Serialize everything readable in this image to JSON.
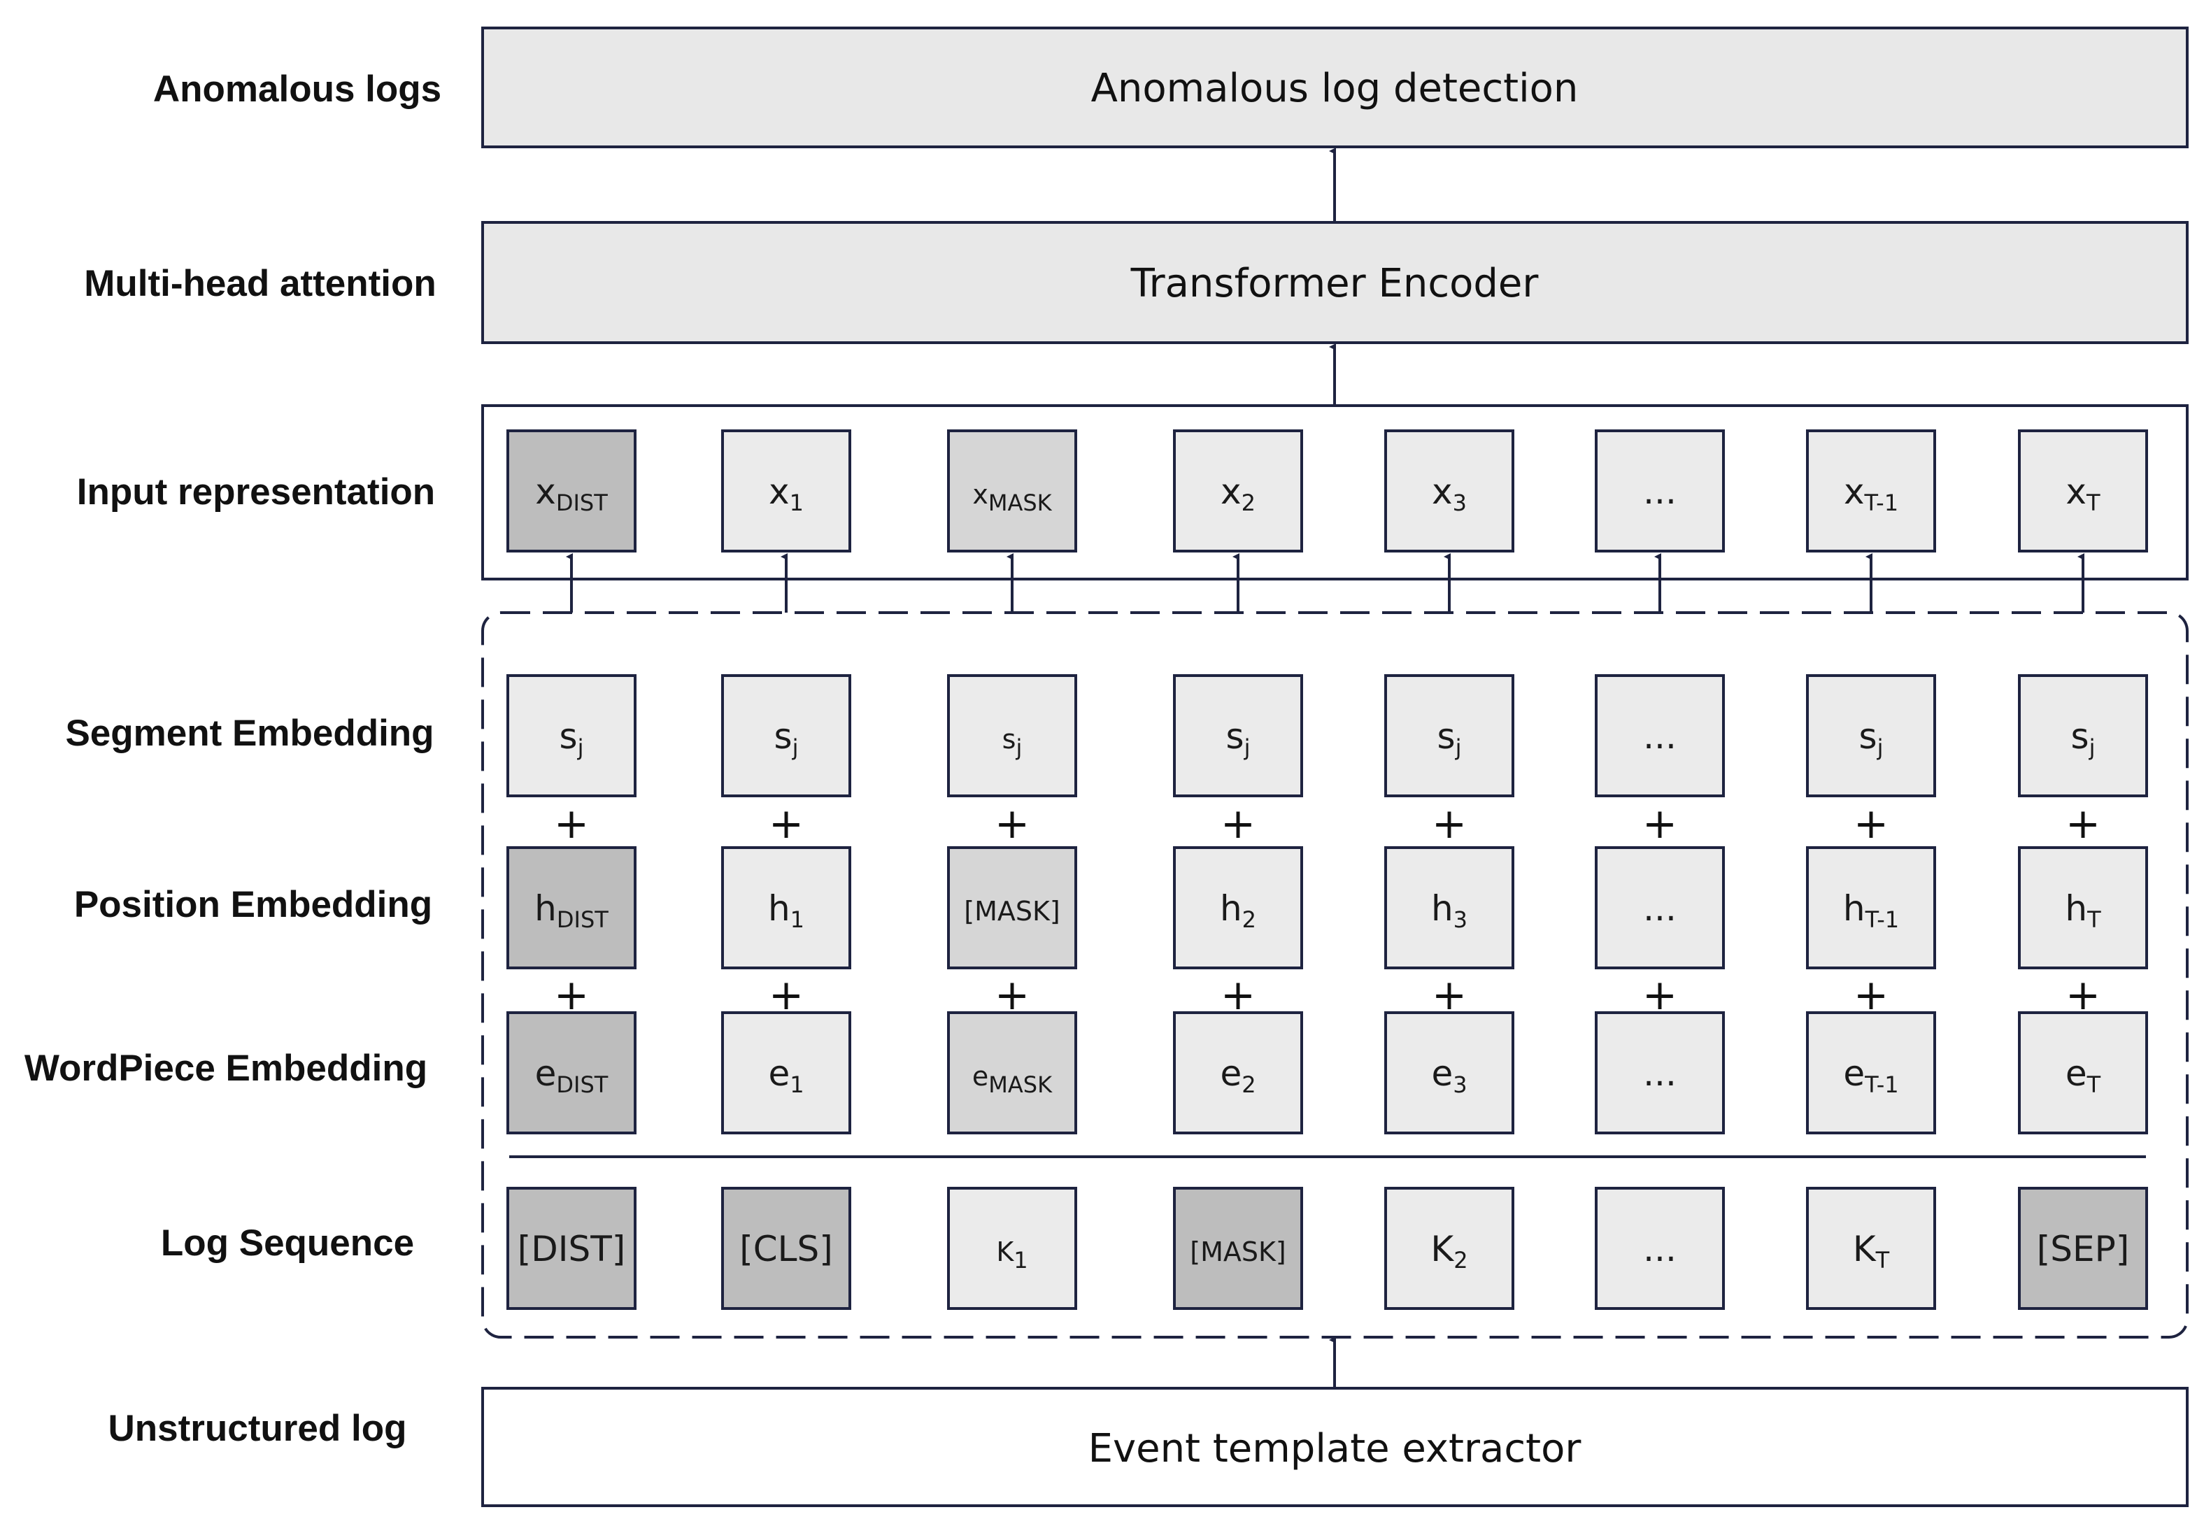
{
  "row_labels": {
    "anomalous_logs": "Anomalous logs",
    "multi_head_attention": "Multi-head attention",
    "input_representation": "Input representation",
    "segment_embedding": "Segment Embedding",
    "position_embedding": "Position Embedding",
    "wordpiece_embedding": "WordPiece Embedding",
    "log_sequence": "Log Sequence",
    "unstructured_log": "Unstructured log"
  },
  "blocks": {
    "detection": "Anomalous log detection",
    "encoder": "Transformer Encoder",
    "extractor": "Event template extractor"
  },
  "plus_sign": "+",
  "colors": {
    "stroke": "#1e2340",
    "light": "#ebebeb",
    "medium": "#d6d6d6",
    "dark": "#bdbdbd",
    "block_fill": "#e8e8e8",
    "extractor_fill": "#ffffff"
  },
  "rows": {
    "input_representation": [
      {
        "base": "x",
        "sub": "DIST",
        "shade": "dark"
      },
      {
        "base": "x",
        "sub": "1",
        "shade": "light"
      },
      {
        "base": "x",
        "sub": "MASK",
        "shade": "medium",
        "small": true
      },
      {
        "base": "x",
        "sub": "2",
        "shade": "light"
      },
      {
        "base": "x",
        "sub": "3",
        "shade": "light"
      },
      {
        "base": "...",
        "sub": "",
        "shade": "light"
      },
      {
        "base": "x",
        "sub": "T-1",
        "shade": "light"
      },
      {
        "base": "x",
        "sub": "T",
        "shade": "light"
      }
    ],
    "segment_embedding": [
      {
        "base": "s",
        "sub": "j",
        "shade": "light"
      },
      {
        "base": "s",
        "sub": "j",
        "shade": "light"
      },
      {
        "base": "s",
        "sub": "j",
        "shade": "light",
        "small": true
      },
      {
        "base": "s",
        "sub": "j",
        "shade": "light"
      },
      {
        "base": "s",
        "sub": "j",
        "shade": "light"
      },
      {
        "base": "...",
        "sub": "",
        "shade": "light"
      },
      {
        "base": "s",
        "sub": "j",
        "shade": "light"
      },
      {
        "base": "s",
        "sub": "j",
        "shade": "light"
      }
    ],
    "position_embedding": [
      {
        "base": "h",
        "sub": "DIST",
        "shade": "dark"
      },
      {
        "base": "h",
        "sub": "1",
        "shade": "light"
      },
      {
        "base": "[MASK]",
        "sub": "",
        "shade": "medium",
        "small": true
      },
      {
        "base": "h",
        "sub": "2",
        "shade": "light"
      },
      {
        "base": "h",
        "sub": "3",
        "shade": "light"
      },
      {
        "base": "...",
        "sub": "",
        "shade": "light"
      },
      {
        "base": "h",
        "sub": "T-1",
        "shade": "light"
      },
      {
        "base": "h",
        "sub": "T",
        "shade": "light"
      }
    ],
    "wordpiece_embedding": [
      {
        "base": "e",
        "sub": "DIST",
        "shade": "dark"
      },
      {
        "base": "e",
        "sub": "1",
        "shade": "light"
      },
      {
        "base": "e",
        "sub": "MASK",
        "shade": "medium",
        "small": true
      },
      {
        "base": "e",
        "sub": "2",
        "shade": "light"
      },
      {
        "base": "e",
        "sub": "3",
        "shade": "light"
      },
      {
        "base": "...",
        "sub": "",
        "shade": "light"
      },
      {
        "base": "e",
        "sub": "T-1",
        "shade": "light"
      },
      {
        "base": "e",
        "sub": "T",
        "shade": "light"
      }
    ],
    "log_sequence": [
      {
        "base": "[DIST]",
        "sub": "",
        "shade": "dark"
      },
      {
        "base": "[CLS]",
        "sub": "",
        "shade": "dark"
      },
      {
        "base": "K",
        "sub": "1",
        "shade": "light",
        "small": true
      },
      {
        "base": "[MASK]",
        "sub": "",
        "shade": "dark",
        "small": true
      },
      {
        "base": "K",
        "sub": "2",
        "shade": "light"
      },
      {
        "base": "...",
        "sub": "",
        "shade": "light"
      },
      {
        "base": "K",
        "sub": "T",
        "shade": "light"
      },
      {
        "base": "[SEP]",
        "sub": "",
        "shade": "dark"
      }
    ]
  }
}
